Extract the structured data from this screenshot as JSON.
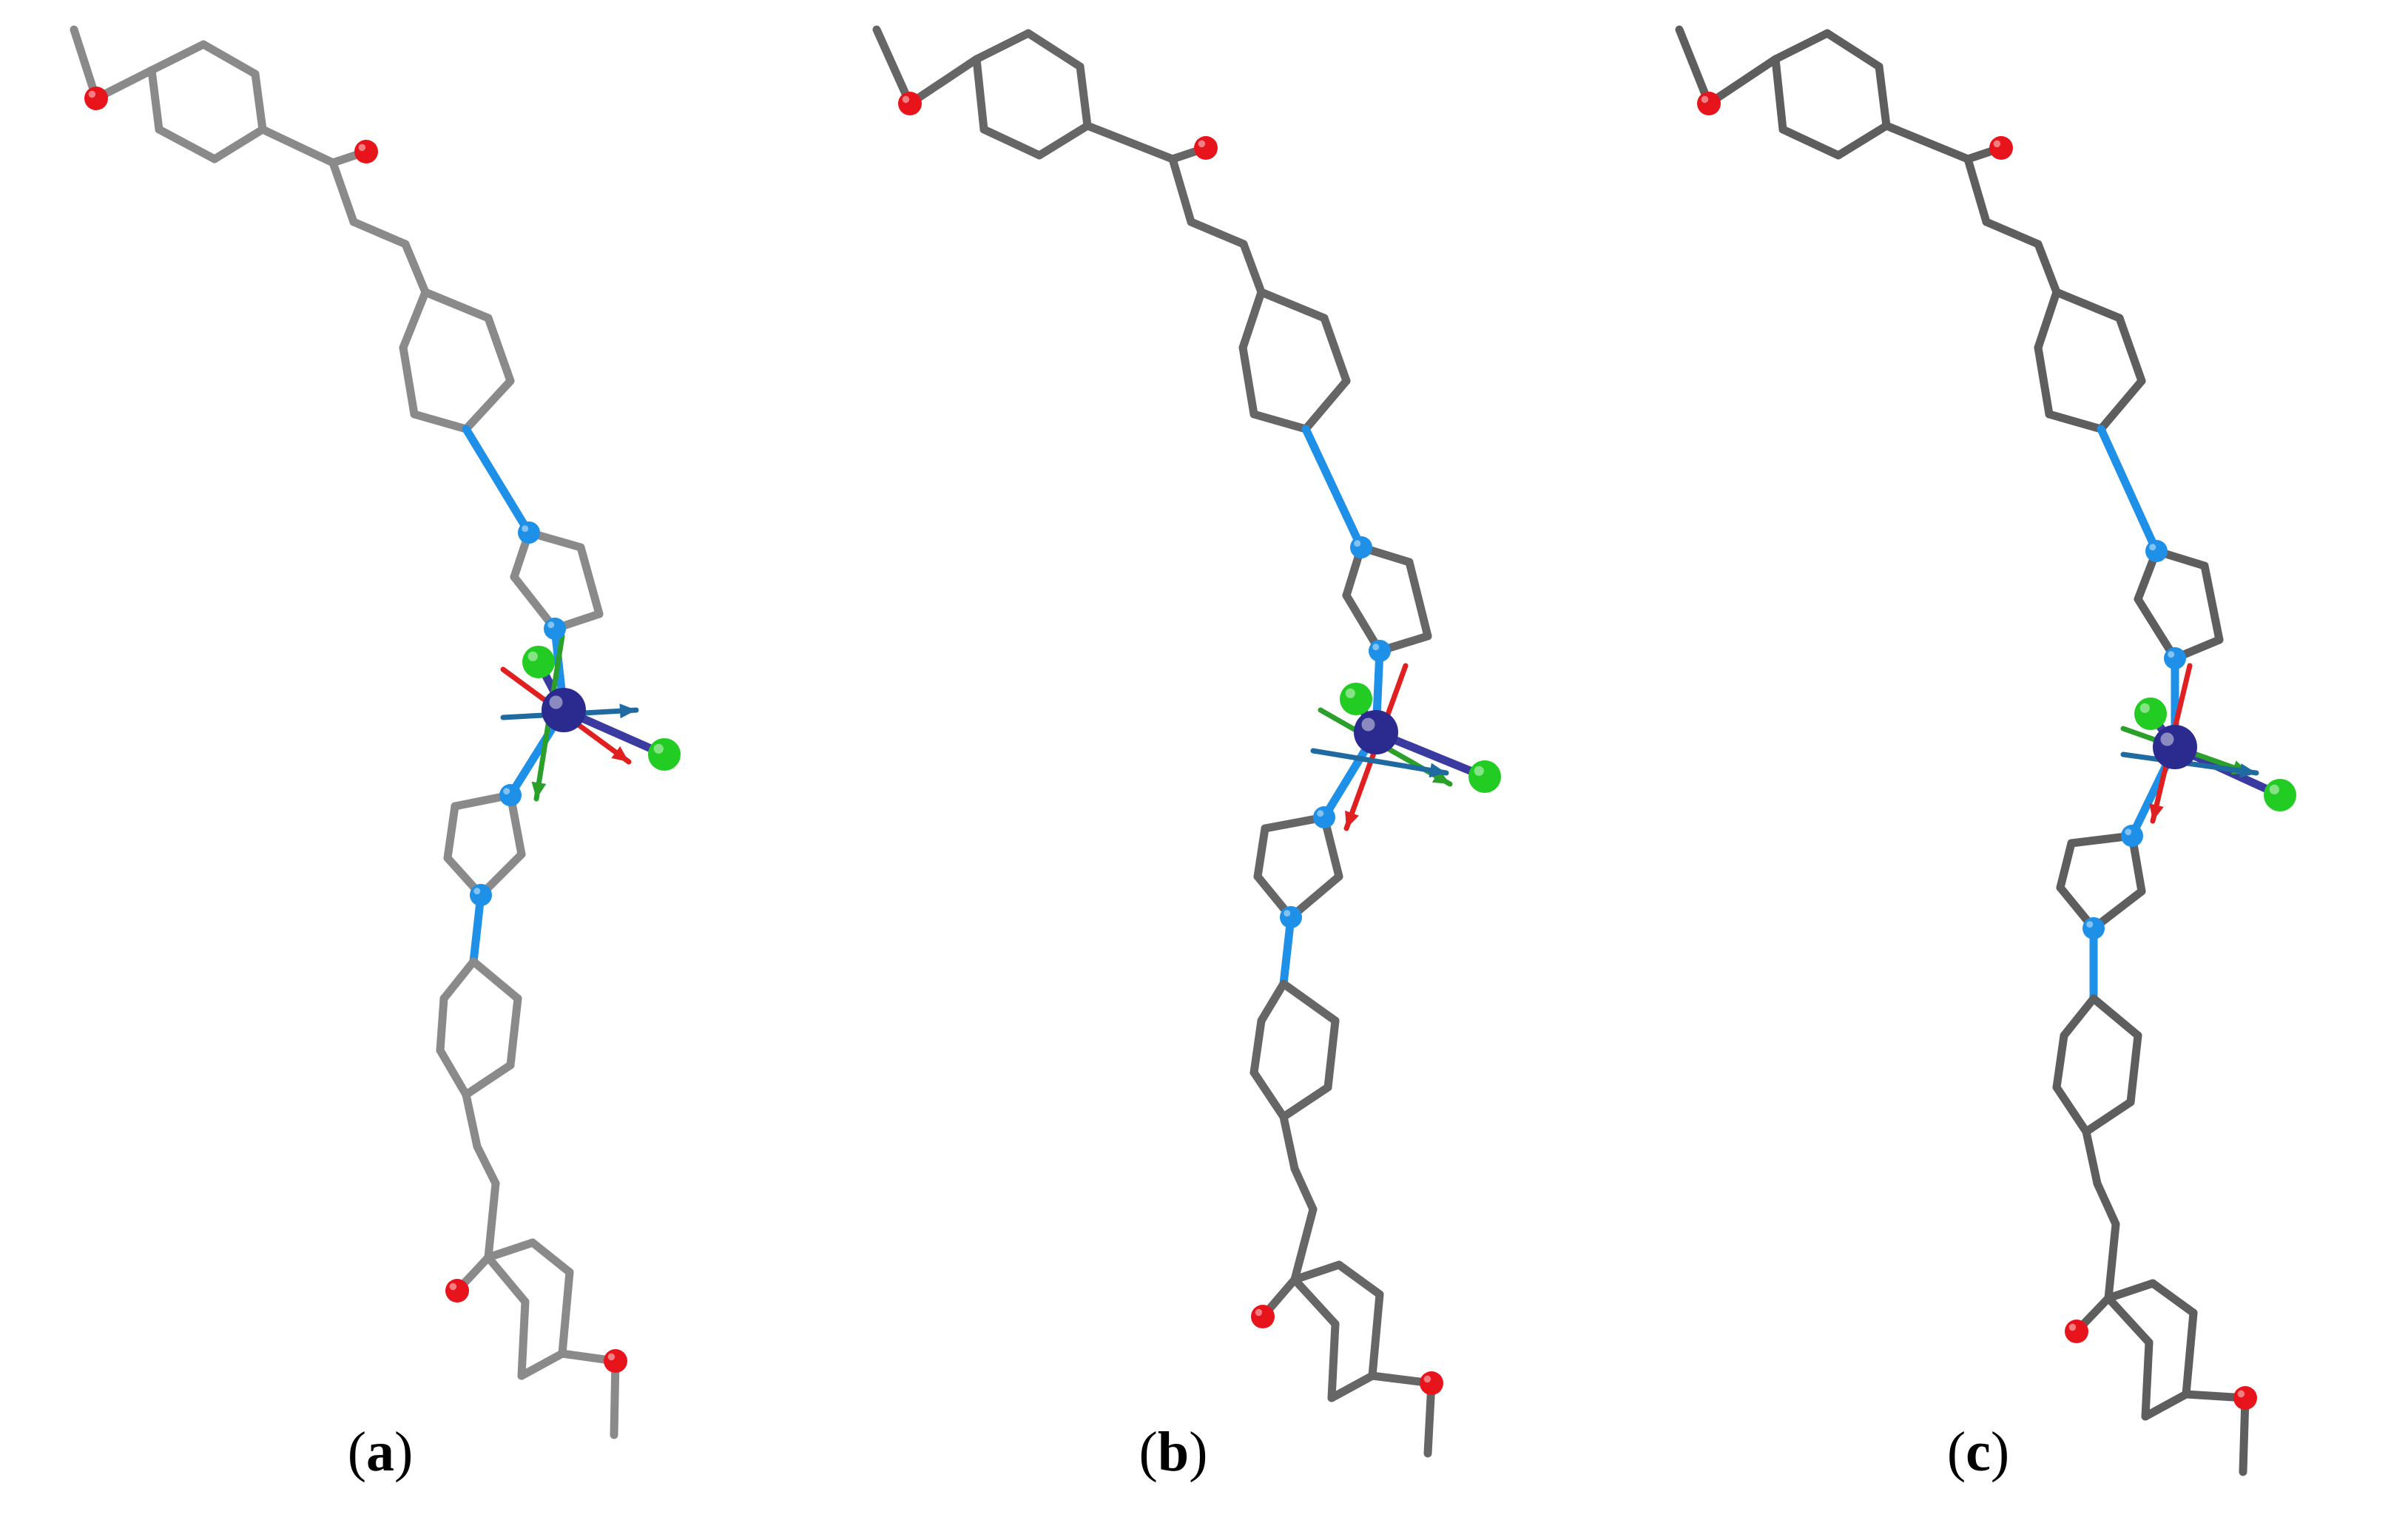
{
  "panels": [
    {
      "id": "a",
      "caption": {
        "open": "(",
        "letter": "a",
        "close": ")"
      },
      "bond_color": "#8a8a8a",
      "vectors": [
        {
          "color": "#2aa02a",
          "role": "green-axis"
        },
        {
          "color": "#e02020",
          "role": "red-axis"
        },
        {
          "color": "#1f6aa0",
          "role": "blue-axis"
        }
      ]
    },
    {
      "id": "b",
      "caption": {
        "open": "(",
        "letter": "b",
        "close": ")"
      },
      "bond_color": "#666666",
      "vectors": [
        {
          "color": "#2aa02a",
          "role": "green-axis"
        },
        {
          "color": "#e02020",
          "role": "red-axis"
        },
        {
          "color": "#1f6aa0",
          "role": "blue-axis"
        }
      ]
    },
    {
      "id": "c",
      "caption": {
        "open": "(",
        "letter": "c",
        "close": ")"
      },
      "bond_color": "#5e5e5e",
      "vectors": [
        {
          "color": "#2aa02a",
          "role": "green-axis"
        },
        {
          "color": "#e02020",
          "role": "red-axis"
        },
        {
          "color": "#1f6aa0",
          "role": "blue-axis"
        }
      ]
    }
  ],
  "atom_colors": {
    "oxygen": "#e8141c",
    "nitrogen": "#1e90e8",
    "chlorine": "#22cc22",
    "metal": "#2b2b8f",
    "carbon_bond": "#7a7a7a"
  }
}
